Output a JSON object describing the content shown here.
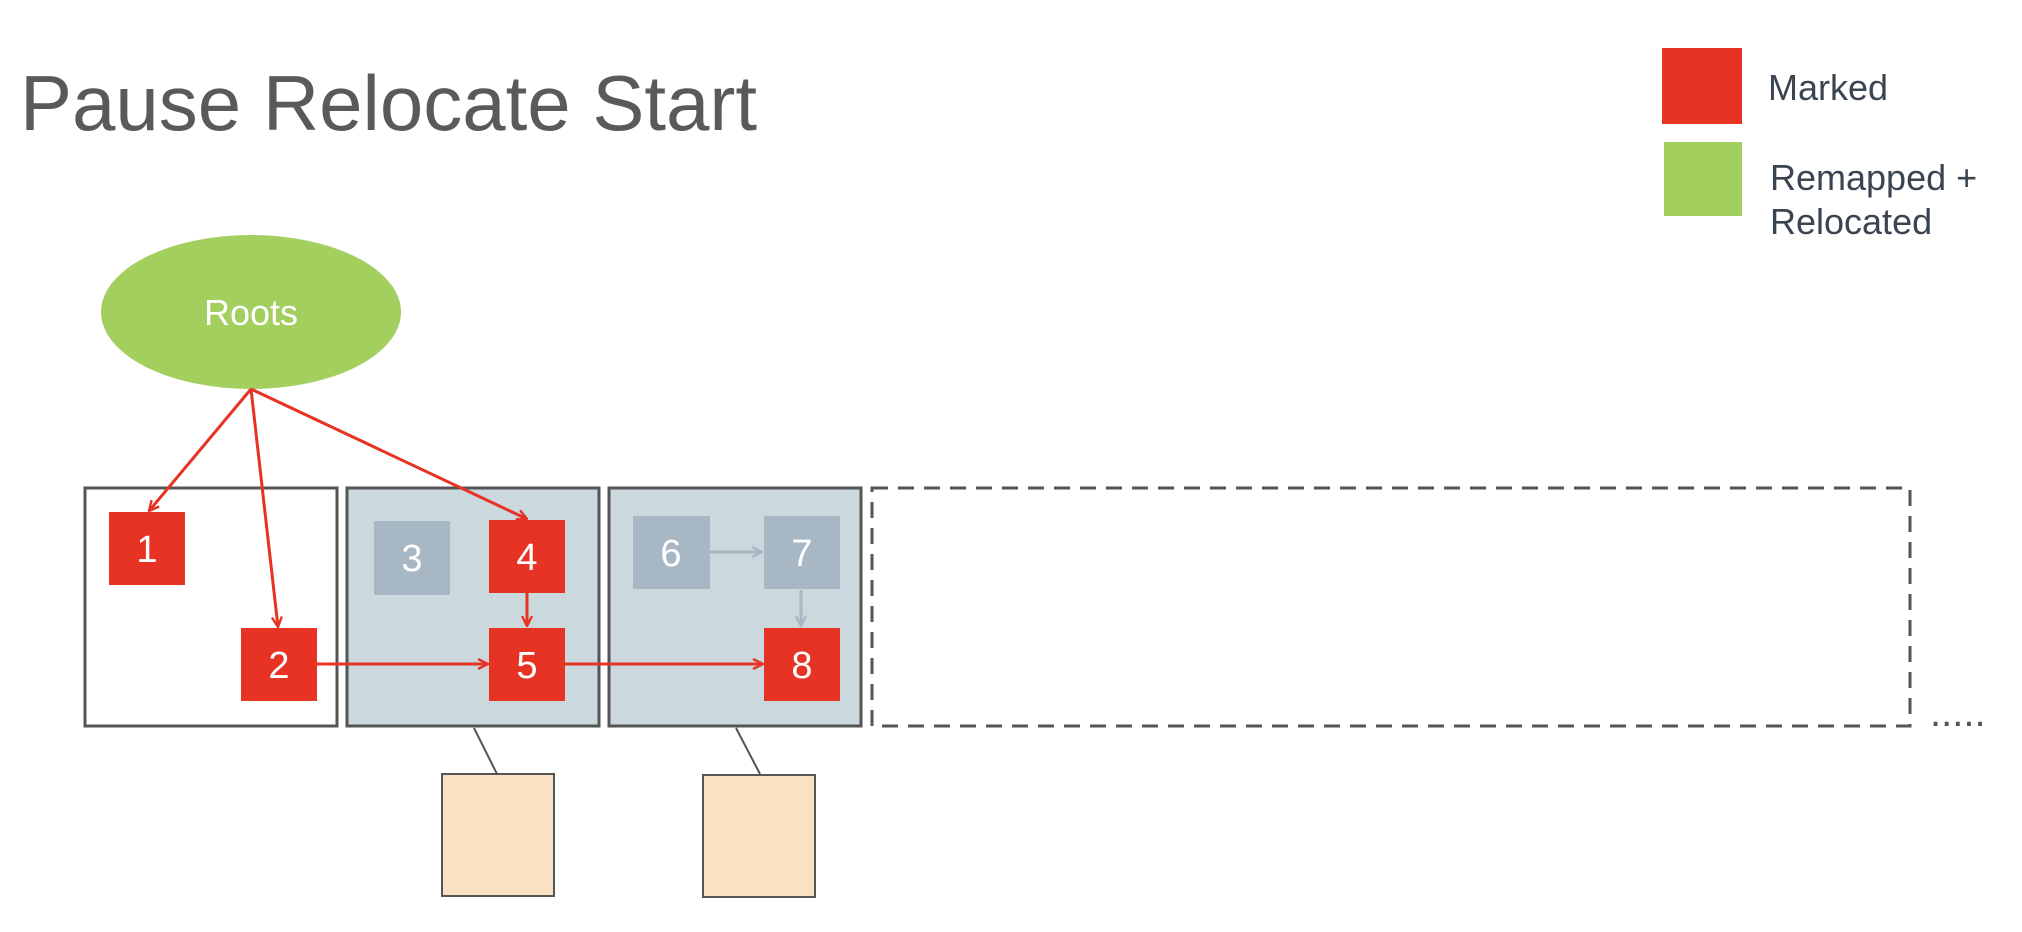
{
  "title": "Pause Relocate Start",
  "legend": {
    "marked": {
      "label": "Marked",
      "color": "#e63323"
    },
    "remapped": {
      "label_line1": "Remapped +",
      "label_line2": "Relocated",
      "color": "#a2cf5e"
    }
  },
  "roots": {
    "label": "Roots",
    "color": "#a2cf5e"
  },
  "nodes": {
    "n1": "1",
    "n2": "2",
    "n3": "3",
    "n4": "4",
    "n5": "5",
    "n6": "6",
    "n7": "7",
    "n8": "8"
  },
  "colors": {
    "marked": "#e63323",
    "unmarked": "#a8b7c4",
    "page_fill": "#cbd9de",
    "forwarding_table": "#fae1c4",
    "page_border": "#555555"
  },
  "continuation": "....."
}
